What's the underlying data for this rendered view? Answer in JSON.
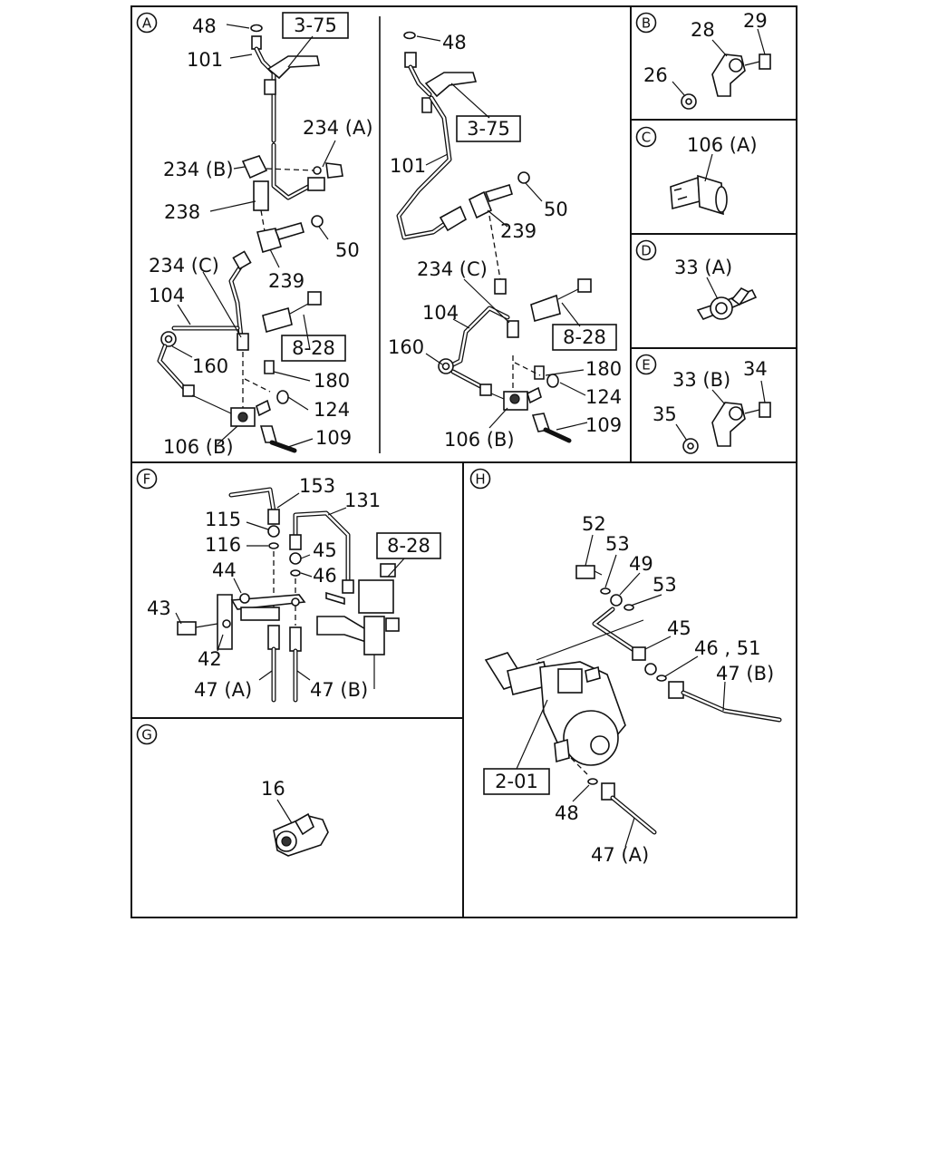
{
  "sections": {
    "a": {
      "letter": "A",
      "left": {
        "washer_48": "48",
        "pipe_101": "101",
        "ref_3_75": "3-75",
        "union_234a": "234 (A)",
        "union_234b": "234 (B)",
        "hose_238": "238",
        "nut_50": "50",
        "tee_239": "239",
        "union_234c": "234 (C)",
        "pipe_104": "104",
        "ref_8_28": "8-28",
        "clip_160": "160",
        "plug_180": "180",
        "washer_124": "124",
        "joint_106b": "106 (B)",
        "hose_109": "109"
      },
      "right": {
        "washer_48": "48",
        "ref_3_75": "3-75",
        "pipe_101": "101",
        "nut_50": "50",
        "tee_239": "239",
        "union_234c": "234 (C)",
        "pipe_104": "104",
        "ref_8_28": "8-28",
        "clip_160": "160",
        "plug_180": "180",
        "washer_124": "124",
        "joint_106b": "106 (B)",
        "hose_109": "109"
      }
    },
    "b": {
      "letter": "B",
      "bracket_28": "28",
      "bolt_29": "29",
      "nut_26": "26"
    },
    "c": {
      "letter": "C",
      "fitting_106a": "106 (A)"
    },
    "d": {
      "letter": "D",
      "clip_33a": "33 (A)"
    },
    "e": {
      "letter": "E",
      "bracket_33b": "33 (B)",
      "bolt_34": "34",
      "nut_35": "35"
    },
    "f": {
      "letter": "F",
      "pipe_153": "153",
      "pipe_131": "131",
      "nut_115": "115",
      "washer_116": "116",
      "nut_45": "45",
      "ref_8_28": "8-28",
      "washer_46": "46",
      "nut_44": "44",
      "bolt_43": "43",
      "bracket_42": "42",
      "hose_47a": "47 (A)",
      "hose_47b": "47 (B)"
    },
    "g": {
      "letter": "G",
      "clip_16": "16"
    },
    "h": {
      "letter": "H",
      "bolt_52": "52",
      "washer_53_top": "53",
      "nut_49": "49",
      "washer_53_right": "53",
      "nut_45": "45",
      "washer_46_51": "46 , 51",
      "hose_47b": "47 (B)",
      "ref_2_01": "2-01",
      "washer_48": "48",
      "hose_47a": "47 (A)"
    }
  }
}
